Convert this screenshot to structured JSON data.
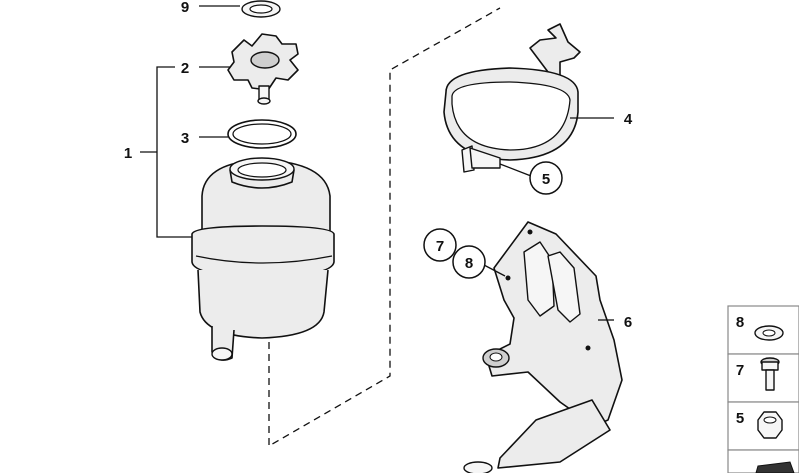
{
  "callouts": [
    {
      "number": "9"
    },
    {
      "number": "2"
    },
    {
      "number": "3"
    },
    {
      "number": "1"
    },
    {
      "number": "4"
    },
    {
      "number": "5"
    },
    {
      "number": "7"
    },
    {
      "number": "8"
    },
    {
      "number": "6"
    }
  ],
  "side_panel": {
    "items": [
      {
        "number": "8",
        "icon": "washer-icon"
      },
      {
        "number": "7",
        "icon": "bolt-icon"
      },
      {
        "number": "5",
        "icon": "nut-icon"
      }
    ]
  }
}
